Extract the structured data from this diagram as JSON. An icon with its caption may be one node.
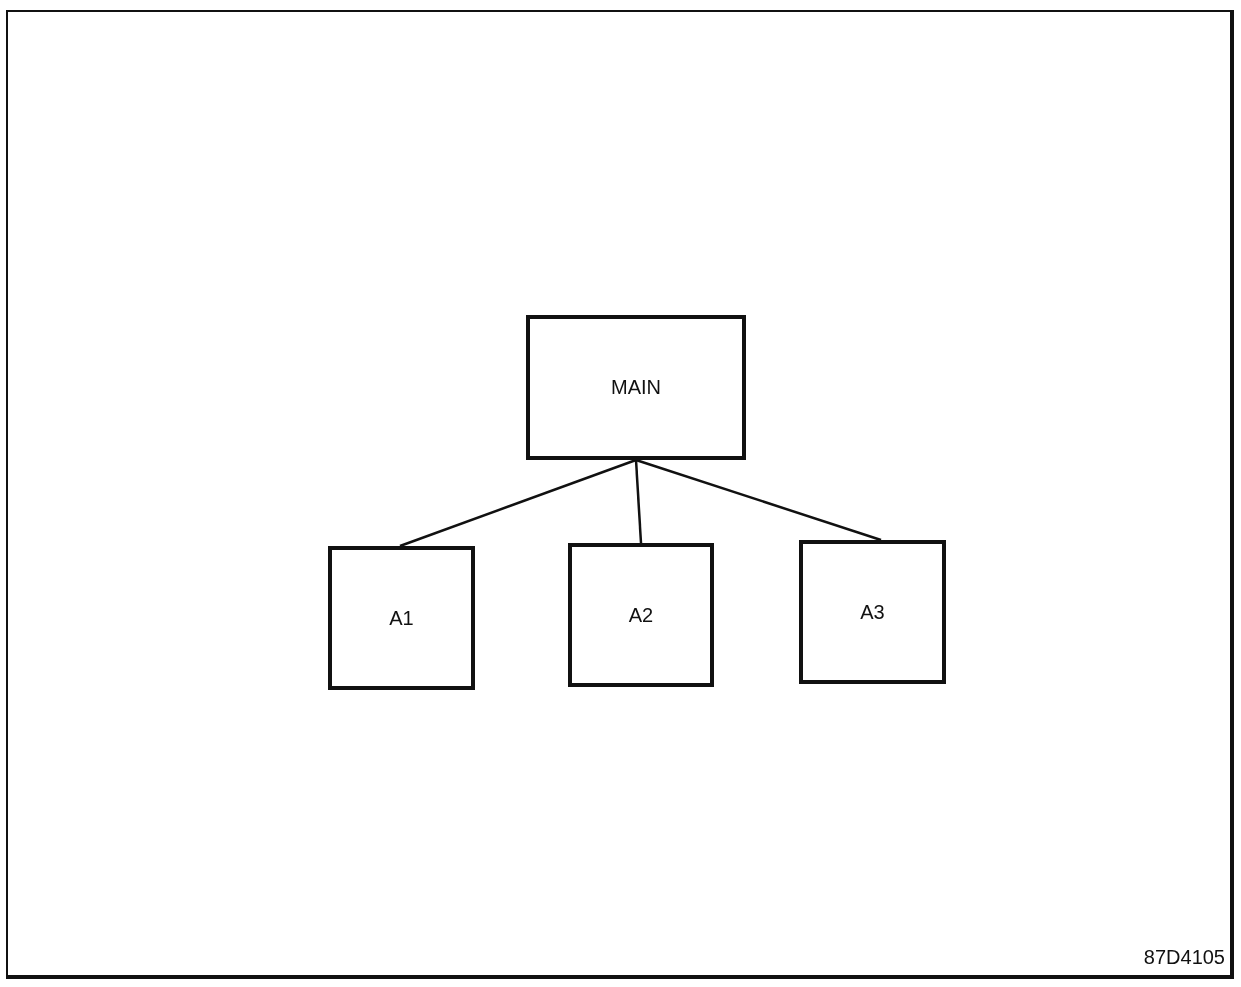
{
  "diagram": {
    "nodes": [
      {
        "text": [
          "MAIN"
        ]
      },
      {
        "text": [
          "A1"
        ]
      },
      {
        "text": [
          "A2"
        ]
      },
      {
        "text": [
          "A3"
        ]
      }
    ],
    "edges": [
      {
        "from": 0,
        "to": 1,
        "arrow": "none"
      },
      {
        "from": 0,
        "to": 2,
        "arrow": "none"
      },
      {
        "from": 0,
        "to": 3,
        "arrow": "none"
      }
    ],
    "labels": [
      "87D4105"
    ]
  }
}
